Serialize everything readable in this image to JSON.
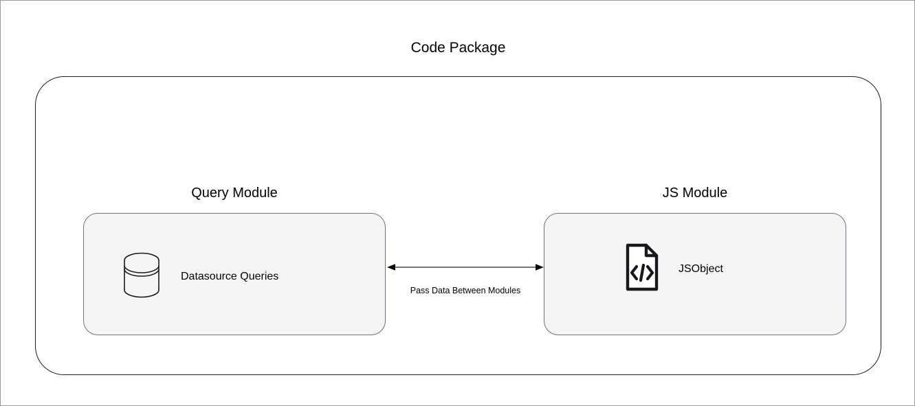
{
  "diagram": {
    "title": "Code Package",
    "modules": [
      {
        "id": "query-module",
        "title": "Query Module",
        "node": {
          "label": "Datasource Queries",
          "icon": "database-icon"
        }
      },
      {
        "id": "js-module",
        "title": "JS Module",
        "node": {
          "label": "JSObject",
          "icon": "code-file-icon"
        }
      }
    ],
    "connector": {
      "label": "Pass Data Between Modules",
      "direction": "bidirectional",
      "icon": "double-arrow-icon"
    },
    "colors": {
      "module_fill": "#f5f5f5",
      "module_stroke": "#70707a",
      "package_stroke": "#1a1a1a",
      "connector_stroke": "#4d4d4d",
      "text": "#000000",
      "canvas_border": "#9a9a9a"
    }
  }
}
